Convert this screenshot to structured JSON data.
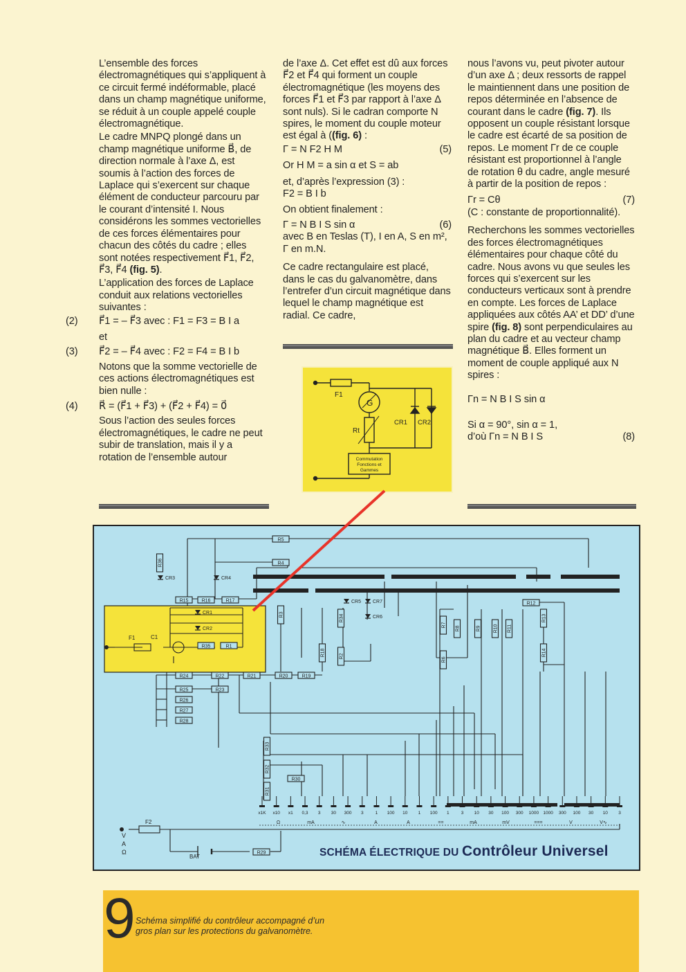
{
  "column1": {
    "p1": "L’ensemble des forces électromagnétiques qui s’appliquent à ce circuit fermé indéformable, placé dans un champ magnétique uniforme, se réduit à un couple appelé couple électromagnétique.",
    "p2": "Le cadre MNPQ plongé dans un champ magnétique uniforme B⃗, de direction normale à l’axe Δ, est soumis à l’action des forces de Laplace qui s’exercent sur chaque élément de conducteur parcouru par le courant d’intensité I. Nous considérons les sommes vectorielles de ces forces élémentaires pour chacun des côtés du cadre ; elles sont notées respectivement F⃗1, F⃗2, F⃗3, F⃗4",
    "p2_ref": "(fig. 5)",
    "p2_end": ".",
    "p3": "L’application des forces de Laplace conduit aux relations vectorielles suivantes :",
    "eq2_num": "(2)",
    "eq2": "F⃗1 = – F⃗3 avec : F1 = F3 = B I a",
    "eq2_et": "et",
    "eq3_num": "(3)",
    "eq3": "F⃗2 = – F⃗4 avec : F2 = F4 = B I b",
    "p4": "Notons que la somme vectorielle de ces actions électromagnétiques est bien nulle :",
    "eq4_num": "(4)",
    "eq4": "R⃗ = (F⃗1 + F⃗3) + (F⃗2 + F⃗4) = 0⃗",
    "p5": "Sous l’action des seules forces électromagnétiques, le cadre ne peut subir de translation, mais il y a rotation de l’ensemble autour"
  },
  "column2": {
    "p1": "de l’axe Δ. Cet effet est dû aux forces F⃗2 et F⃗4 qui forment un couple électromagnétique (les moyens des forces F⃗1 et F⃗3 par rapport à l’axe Δ sont nuls). Si le cadran comporte N spires, le moment du couple moteur est égal à (",
    "p1_ref": "(fig. 6)",
    "p1_end": " :",
    "eq5": "Γ = N F2 H M",
    "eq5_num": "(5)",
    "line_hm": "Or H M = a sin α et S = ab",
    "line_expr": "et, d’après l’expression (3) :",
    "line_f2": "F2 = B I b",
    "line_final": "On obtient finalement :",
    "eq6": "Γ = N B I S sin α",
    "eq6_num": "(6)",
    "units": "avec B en Teslas (T), I en A, S en m², Γ en m.N.",
    "p2": "Ce cadre rectangulaire est placé, dans le cas du galvanomètre, dans l’entrefer d’un circuit magnétique dans lequel le champ magnétique est radial. Ce cadre,"
  },
  "column3": {
    "p1a": "nous l’avons vu, peut pivoter autour d’un axe Δ ; deux ressorts de rappel le maintiennent dans une position de repos déterminée en l’absence de courant dans le cadre ",
    "p1_ref1": "(fig. 7)",
    "p1b": ". Ils opposent un couple résistant lorsque le cadre est écarté de sa position de repos. Le moment Γr de ce couple résistant est proportionnel à l’angle de rotation θ du cadre, angle mesuré à partir de la position de repos :",
    "eq7": "Γr = Cθ",
    "eq7_num": "(7)",
    "eq7_note": "(C : constante de proportionnalité).",
    "p2a": "Recherchons les sommes vectorielles des forces électromagnétiques élémentaires pour chaque côté du cadre. Nous avons vu que seules les forces qui s’exercent sur les conducteurs verticaux sont à prendre en compte. Les forces de Laplace appliquées aux côtés AA’ et DD’ d’une spire ",
    "p2_ref": "(fig. 8)",
    "p2b": " sont perpendiculaires au plan du cadre et au vecteur champ magnétique B⃗. Elles forment un moment de couple appliqué aux N spires :",
    "eqn": "Γn = N B I S sin α",
    "line_si": "Si α = 90°, sin α = 1,",
    "line_dou": "d’où Γn = N B I S",
    "eq8_num": "(8)"
  },
  "inset": {
    "f1": "F1",
    "g": "G",
    "rt": "Rt",
    "cr1": "CR1",
    "cr2": "CR2",
    "box_l1": "Commutation",
    "box_l2": "Fonctions et",
    "box_l3": "Gammes"
  },
  "schematic": {
    "title_a": "SCHÉMA ÉLECTRIQUE DU ",
    "title_b": "Contrôleur Universel",
    "resistors": [
      "R5",
      "R4",
      "R36",
      "R15",
      "R16",
      "R17",
      "R35",
      "R1",
      "R24",
      "R22",
      "R21",
      "R20",
      "R19",
      "R25",
      "R23",
      "R26",
      "R27",
      "R28",
      "R3",
      "R34",
      "R18",
      "R2",
      "R12",
      "R7",
      "R8",
      "R9",
      "R10",
      "R11",
      "R13",
      "R14",
      "R6",
      "R33",
      "R32",
      "R31",
      "R30",
      "R29"
    ],
    "diodes": [
      "CR3",
      "CR4",
      "CR1",
      "CR2",
      "CR5",
      "CR7",
      "CR6"
    ],
    "labels": {
      "c1": "C1",
      "f1": "F1",
      "f2": "F2",
      "bat": "BAT",
      "v": "V",
      "a": "A",
      "omega": "Ω"
    },
    "ranges": [
      "x1K",
      "x10",
      "x1",
      "0,3",
      "3",
      "30",
      "300",
      "3",
      "1",
      "100",
      "10",
      "1",
      "100",
      "1",
      "3",
      "10",
      "30",
      "100",
      "300",
      "1000",
      "1000",
      "300",
      "100",
      "30",
      "10",
      "3"
    ],
    "range_groups": [
      "Ω",
      "mA",
      "∿",
      "A",
      "A",
      "==",
      "mA",
      "mV",
      "===",
      "V",
      "V∿"
    ]
  },
  "caption": {
    "number": "9",
    "line1": "Schéma simplifié du contrôleur accompagné d’un",
    "line2": "gros plan sur les protections du galvanomètre."
  },
  "colors": {
    "page": "#fbf4d0",
    "schematic_bg": "#b6e1ee",
    "highlight": "#f5e33a",
    "caption_band": "#f6c230",
    "pointer": "#e8342a"
  }
}
